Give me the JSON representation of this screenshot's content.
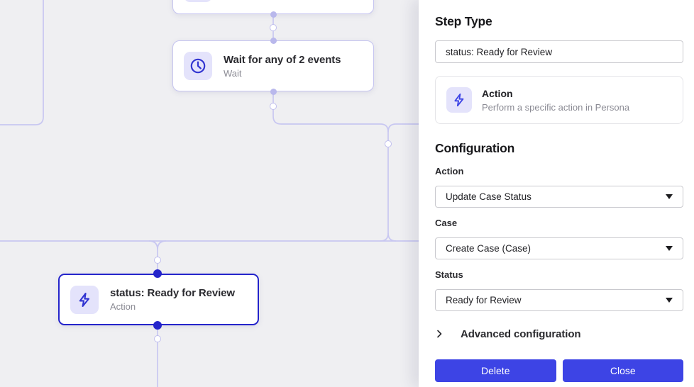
{
  "canvas": {
    "nodes": {
      "wait": {
        "title": "Wait for any of 2 events",
        "subtitle": "Wait",
        "icon": "clock-icon"
      },
      "action": {
        "title": "status: Ready for Review",
        "subtitle": "Action",
        "icon": "lightning-bolt-icon"
      }
    }
  },
  "panel": {
    "step_type_heading": "Step Type",
    "step_name_value": "status: Ready for Review",
    "type_card": {
      "title": "Action",
      "description": "Perform a specific action in Persona",
      "icon": "lightning-bolt-icon"
    },
    "configuration_heading": "Configuration",
    "fields": [
      {
        "label": "Action",
        "value": "Update Case Status"
      },
      {
        "label": "Case",
        "value": "Create Case (Case)"
      },
      {
        "label": "Status",
        "value": "Ready for Review"
      }
    ],
    "advanced_label": "Advanced configuration",
    "delete_label": "Delete",
    "close_label": "Close"
  },
  "colors": {
    "accent_blue": "#3d44e5",
    "selected_border_blue": "#2424cb",
    "icon_blue": "#3134d1",
    "lavender_line": "#c8c7f1",
    "icon_bg": "#e4e3fb",
    "canvas_bg": "#efeff2"
  }
}
